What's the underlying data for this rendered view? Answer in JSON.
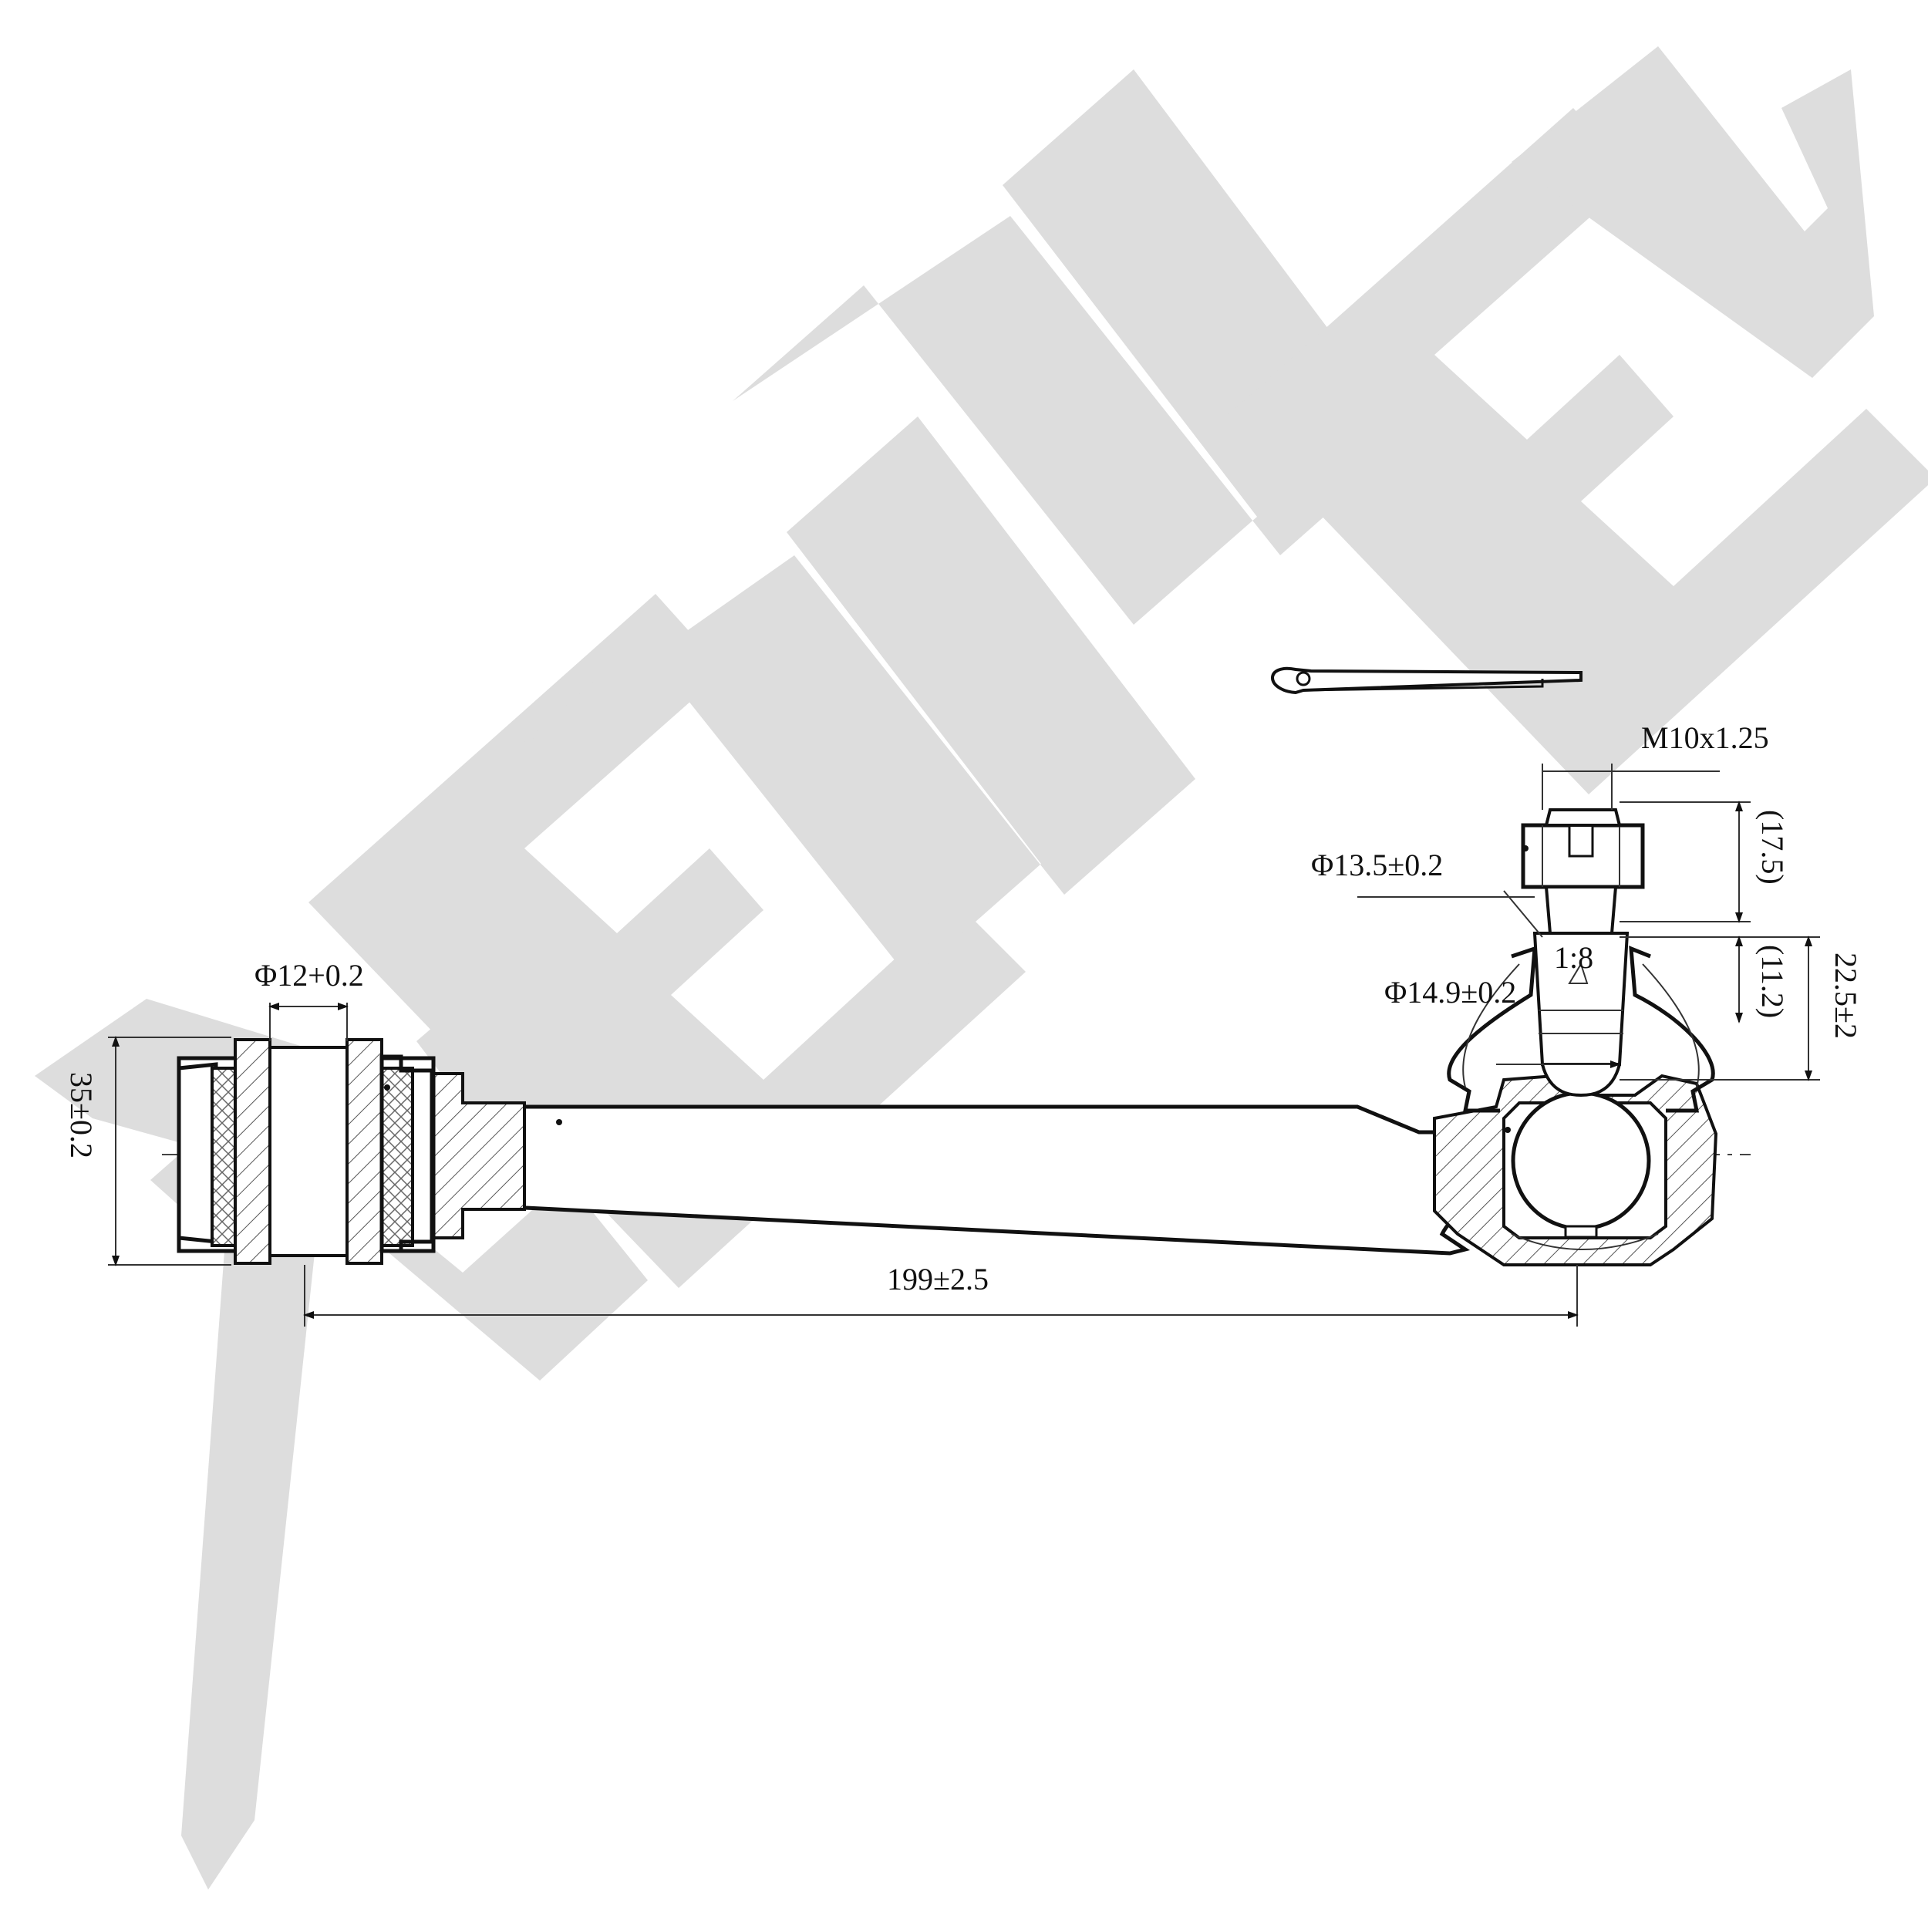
{
  "watermark": {
    "brand_text": "ZENNEK",
    "color": "#dcdcdc"
  },
  "dimensions": {
    "bushing_bore": "Φ12+0.2",
    "bushing_height": "35±0.2",
    "overall_length": "199±2.5",
    "thread": "M10x1.25",
    "thread_length": "(17.5)",
    "stud_dia_upper": "Φ13.5±0.2",
    "taper": "1:8",
    "stud_dia_lower": "Φ14.9±0.2",
    "taper_length": "(11.2)",
    "stud_height": "22.5±2"
  },
  "colors": {
    "line": "#111111",
    "watermark": "#dcdcdc",
    "background": "#ffffff"
  }
}
